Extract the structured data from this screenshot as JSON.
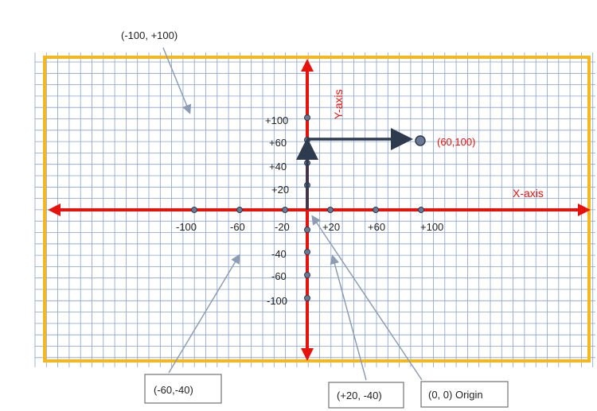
{
  "axes": {
    "x_label": "X-axis",
    "y_label": "Y-axis",
    "axis_color": "#e8120c",
    "frame_color": "#f5b81c",
    "grid_color": "#8aa1c9"
  },
  "x_ticks": [
    "-100",
    "-60",
    "-20",
    "+20",
    "+60",
    "+100"
  ],
  "y_ticks_upper": [
    "+100",
    "+60",
    "+40",
    "+20"
  ],
  "y_ticks_lower": [
    "-40",
    "-60",
    "-100"
  ],
  "plotted_point": {
    "label": "(60,100)",
    "color": "#2e3a4e"
  },
  "annotations": {
    "top_left_corner": "(-100, +100)",
    "bottom_box_1": "(-60,-40)",
    "bottom_box_2": "(+20, -40)",
    "bottom_box_3": "(0, 0) Origin"
  }
}
